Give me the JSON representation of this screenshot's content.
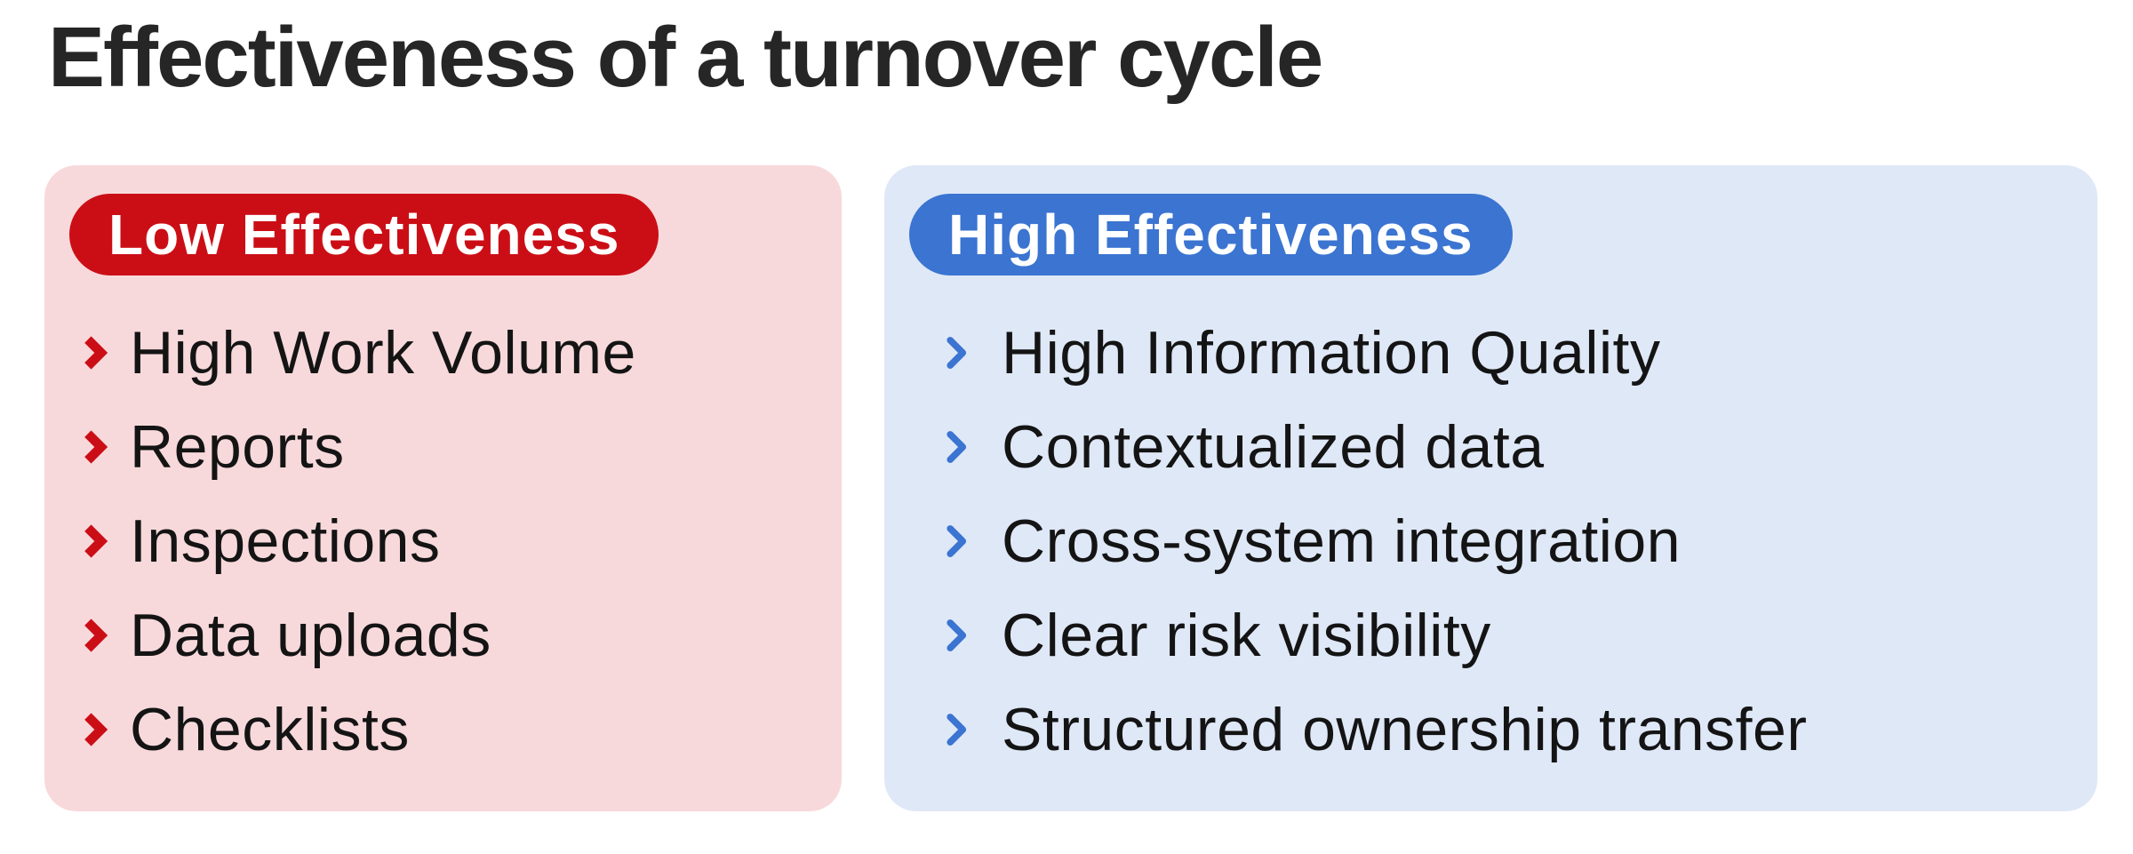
{
  "title": "Effectiveness of a turnover cycle",
  "colors": {
    "background": "#ffffff",
    "title_text": "#262626",
    "item_text": "#141414",
    "badge_text": "#ffffff",
    "low_panel_background": "#f8d9db",
    "low_accent_red": "#cb0e16",
    "high_panel_background": "#dfe8f7",
    "high_accent_blue": "#3b74d1"
  },
  "panels": [
    {
      "name": "low-effectiveness",
      "badge": "Low Effectiveness",
      "items": [
        "High Work Volume",
        "Reports",
        "Inspections",
        "Data uploads",
        "Checklists"
      ]
    },
    {
      "name": "high-effectiveness",
      "badge": "High Effectiveness",
      "items": [
        "High Information Quality",
        "Contextualized data",
        "Cross-system integration",
        "Clear risk visibility",
        "Structured ownership transfer"
      ]
    }
  ]
}
